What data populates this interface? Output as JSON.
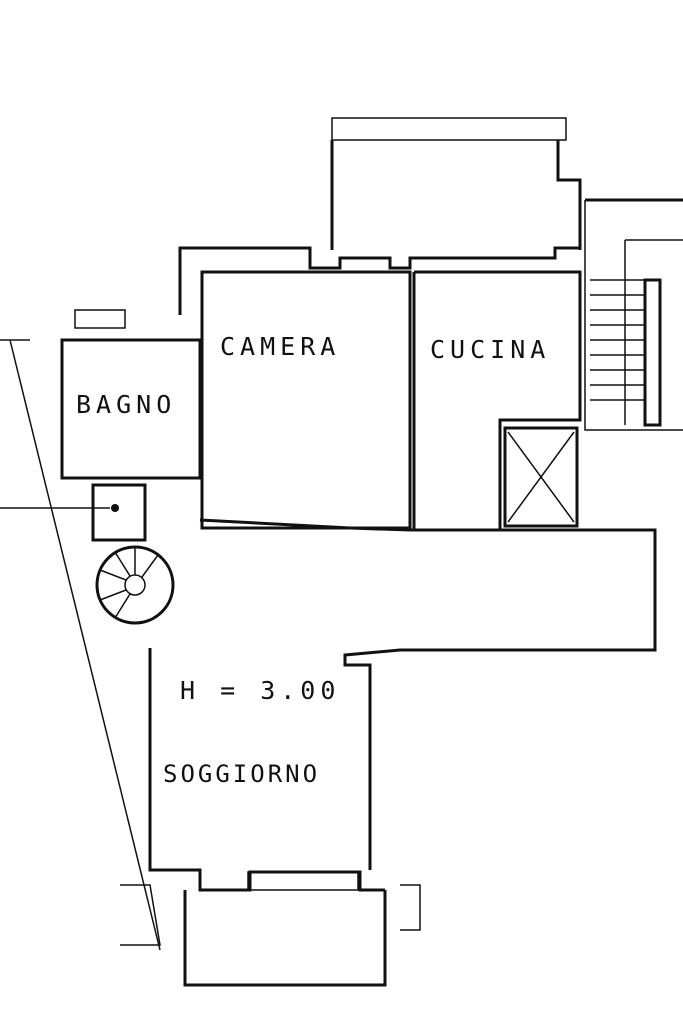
{
  "rooms": {
    "camera": "CAMERA",
    "cucina": "CUCINA",
    "bagno": "BAGNO",
    "soggiorno": "SOGGIORNO"
  },
  "ceiling_height": "H = 3.00"
}
